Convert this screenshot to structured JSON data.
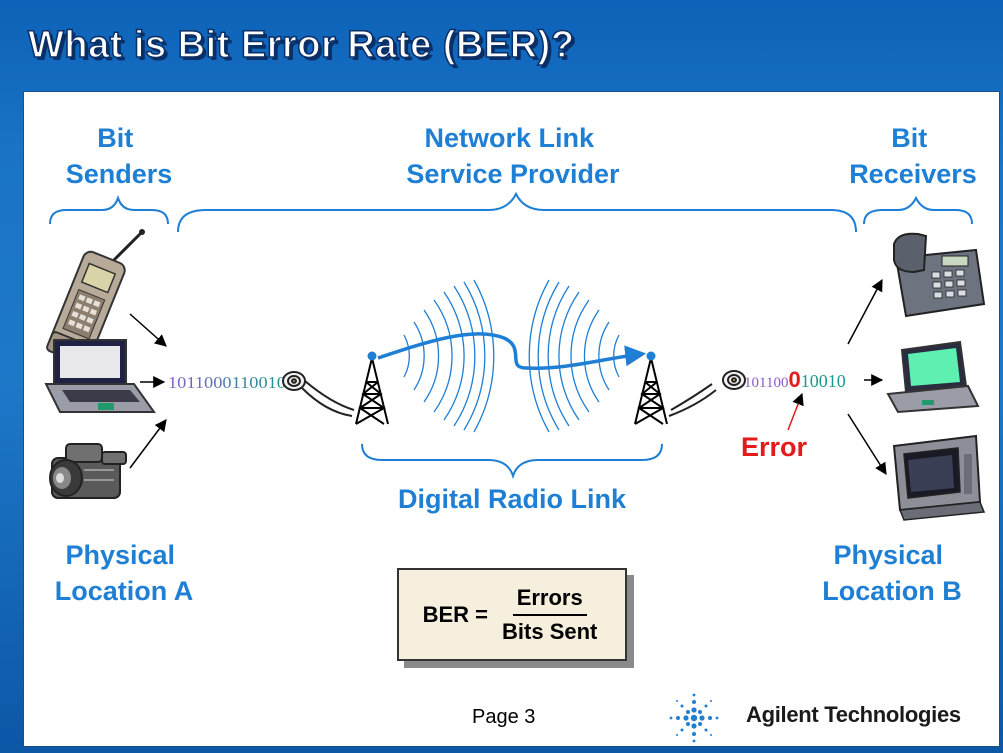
{
  "slide": {
    "title": "What is Bit Error Rate (BER)?",
    "page": "Page 3",
    "company": "Agilent Technologies"
  },
  "diagram": {
    "senders": {
      "line1": "Bit",
      "line2": "Senders"
    },
    "provider": {
      "line1": "Network Link",
      "line2": "Service Provider"
    },
    "receivers": {
      "line1": "Bit",
      "line2": "Receivers"
    },
    "radio_link": "Digital Radio Link",
    "location_a": {
      "line1": "Physical",
      "line2": "Location A"
    },
    "location_b": {
      "line1": "Physical",
      "line2": "Location B"
    },
    "bits_sent": "1011000110010",
    "bits_received": {
      "before_error": "101100",
      "error_bit": "0",
      "after_error": "10010"
    },
    "error_label": "Error",
    "source_devices": [
      "mobile-phone",
      "laptop",
      "camcorder"
    ],
    "destination_devices": [
      "desk-telephone",
      "laptop",
      "television"
    ]
  },
  "formula": {
    "lhs": "BER =",
    "numerator": "Errors",
    "denominator": "Bits Sent"
  },
  "colors": {
    "label_blue": "#1e7fd4",
    "error_red": "#e31b1b",
    "background_blue": "#1e78c9"
  }
}
